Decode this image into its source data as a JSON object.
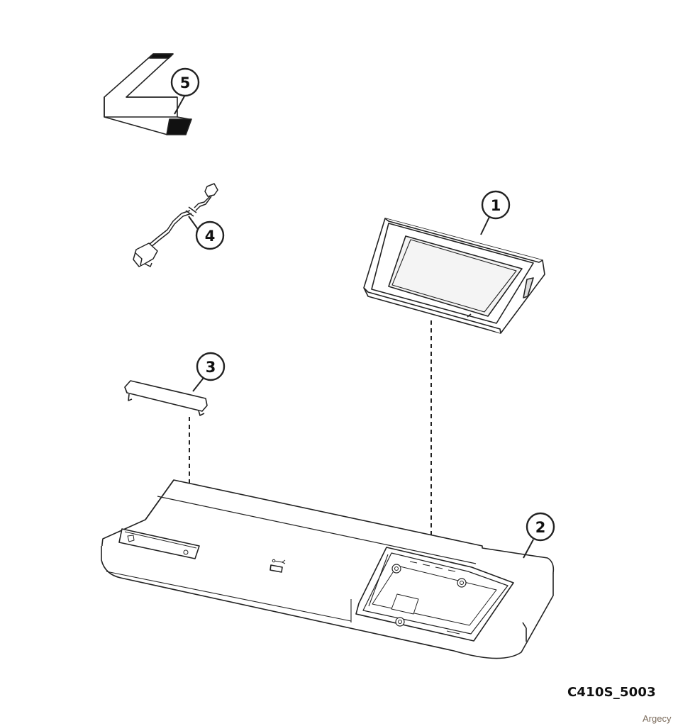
{
  "diagram": {
    "figure_id": "C410S_5003",
    "watermark": "Argecy",
    "callouts": [
      {
        "number": "1",
        "part": "touchscreen-display-panel"
      },
      {
        "number": "2",
        "part": "operator-panel-base"
      },
      {
        "number": "3",
        "part": "usb-port-cover"
      },
      {
        "number": "4",
        "part": "usb-cable-assembly"
      },
      {
        "number": "5",
        "part": "flat-ribbon-cable"
      }
    ]
  }
}
